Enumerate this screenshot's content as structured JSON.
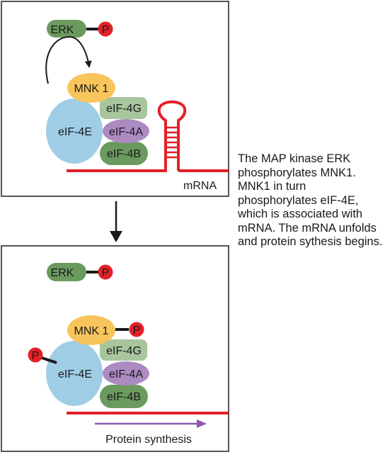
{
  "top_panel": {
    "erk": "ERK",
    "erk_phosphate": "P",
    "mnk1": "MNK 1",
    "eif4g": "eIF-4G",
    "eif4e": "eIF-4E",
    "eif4a": "eIF-4A",
    "eif4b": "eIF-4B",
    "mrna": "mRNA"
  },
  "bottom_panel": {
    "erk": "ERK",
    "erk_phosphate": "P",
    "mnk1": "MNK 1",
    "mnk1_phosphate": "P",
    "eif4e_phosphate": "P",
    "eif4g": "eIF-4G",
    "eif4e": "eIF-4E",
    "eif4a": "eIF-4A",
    "eif4b": "eIF-4B",
    "protein_synthesis": "Protein synthesis"
  },
  "caption": "The MAP kinase ERK phosphorylates MNK1. MNK1 in turn phosphorylates eIF-4E, which is associated with mRNA. The mRNA unfolds and protein sythesis begins.",
  "colors": {
    "erk": "#6b9a5f",
    "phosphate": "#e32028",
    "mnk1": "#f8c45c",
    "eif4e": "#9fcde6",
    "eif4g": "#a8c59d",
    "eif4a": "#ac8ac2",
    "eif4b": "#6b9a5f",
    "mrna": "#e32028",
    "arrow_purple": "#8b5ab0"
  }
}
